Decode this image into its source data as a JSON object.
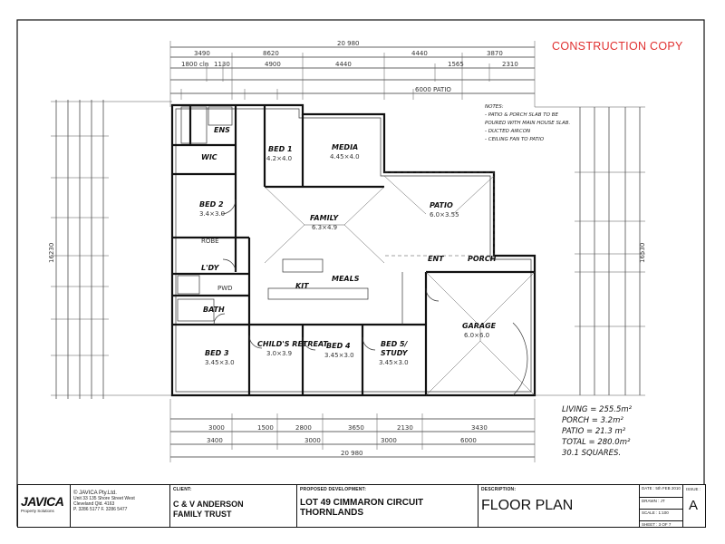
{
  "stamp": "CONSTRUCTION COPY",
  "notes": {
    "heading": "NOTES:",
    "lines": [
      "- PATIO & PORCH SLAB TO BE",
      "POURED WITH MAIN HOUSE SLAB.",
      "- DUCTED AIRCON",
      "- CEILING FAN TO PATIO"
    ]
  },
  "areas": {
    "living": "LIVING = 255.5m²",
    "porch": "PORCH = 3.2m²",
    "patio": "PATIO = 21.3 m²",
    "total": "TOTAL = 280.0m²",
    "squares": "30.1 SQUARES."
  },
  "dimensions": {
    "overall_top": "20 980",
    "overall_bottom": "20 980",
    "top_row1": [
      "3490",
      "8620",
      "4440",
      "3870"
    ],
    "top_row2": [
      "1800 cln",
      "1130",
      "4900",
      "4440",
      "1565",
      "2310"
    ],
    "patio_dim": "6000 PATIO",
    "bottom_row1": [
      "3000",
      "1500",
      "2800",
      "3650",
      "2130",
      "3430"
    ],
    "bottom_row2": [
      "3400",
      "3000",
      "3000",
      "6000"
    ],
    "left_overall": "16230",
    "right_overall": "16530"
  },
  "rooms": {
    "bed1": "BED 1",
    "bed1_size": "4.2×4.0",
    "media": "MEDIA",
    "media_size": "4.45×4.0",
    "family": "FAMILY",
    "family_size": "6.3×4.9",
    "patio": "PATIO",
    "patio_size": "6.0×3.55",
    "bed2": "BED 2",
    "bed2_size": "3.4×3.0",
    "wic": "WIC",
    "ens": "ENS",
    "ldy": "L'DY",
    "bath": "BATH",
    "bed3": "BED 3",
    "bed3_size": "3.45×3.0",
    "childs_retreat": "CHILD'S RETREAT",
    "childs_retreat_size": "3.0×3.9",
    "bed4": "BED 4",
    "bed4_size": "3.45×3.0",
    "bed5": "BED 5/",
    "bed5b": "STUDY",
    "bed5_size": "3.45×3.0",
    "meals": "MEALS",
    "kit": "KIT",
    "ent": "ENT",
    "porch": "PORCH",
    "garage": "GARAGE",
    "garage_size": "6.0×6.0",
    "robe": "ROBE",
    "pwd": "PWD"
  },
  "titleblock": {
    "company": "© JAVICA Pty.Ltd.",
    "address1": "Unit 33 135 Shore Street West",
    "address2": "Cleveland Qld. 4163",
    "phone": "P. 3286 5177  F. 3286 5477",
    "logo": "JAVICA",
    "logo_sub": "Property Solutions",
    "client_label": "CLIENT:",
    "client_line1": "C & V ANDERSON",
    "client_line2": "FAMILY TRUST",
    "dev_label": "PROPOSED DEVELOPMENT:",
    "dev_line1": "LOT 49 CIMMARON CIRCUIT",
    "dev_line2": "THORNLANDS",
    "desc_label": "DESCRIPTION:",
    "desc": "FLOOR PLAN",
    "date": "DATE : 5th FEB 2010",
    "drawn": "DRAWN : JT",
    "scale": "SCALE : 1:100",
    "sheet": "SHEET : 3 OF 7",
    "issue_label": "ISSUE :",
    "issue": "A"
  }
}
